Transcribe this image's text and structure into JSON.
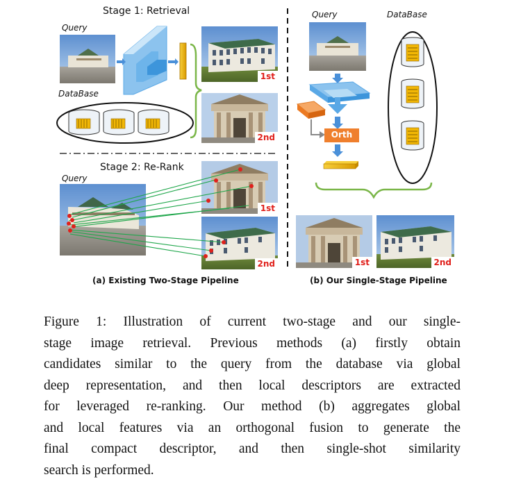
{
  "figure": {
    "left_panel": {
      "stage1_title": "Stage 1: Retrieval",
      "stage2_title": "Stage 2: Re-Rank",
      "query_label": "Query",
      "database_label": "DataBase",
      "query2_label": "Query",
      "rank_1": "1st",
      "rank_2": "2nd",
      "rank2_1": "1st",
      "rank2_2": "2nd",
      "subcaption": "(a) Existing Two-Stage Pipeline"
    },
    "right_panel": {
      "query_label": "Query",
      "database_label": "DataBase",
      "orth_label": "Orth",
      "rank_1": "1st",
      "rank_2": "2nd",
      "subcaption": "(b) Our Single-Stage Pipeline"
    },
    "colors": {
      "cnn_blue": "#5aa8e6",
      "orange": "#f0842f",
      "gold": "#f2b705",
      "green_brace": "#7ab648",
      "red_rank": "#e0201b"
    }
  },
  "caption": {
    "lines": [
      "Figure 1: Illustration of current two-stage and our single-",
      "stage image retrieval. Previous methods (a) firstly obtain",
      "candidates similar to the query from the database via global",
      "deep representation, and then local descriptors are extracted",
      "for leveraged re-ranking. Our method (b) aggregates global",
      "and local features via an orthogonal fusion to generate the",
      "final compact descriptor, and then single-shot similarity",
      "search is performed."
    ]
  }
}
